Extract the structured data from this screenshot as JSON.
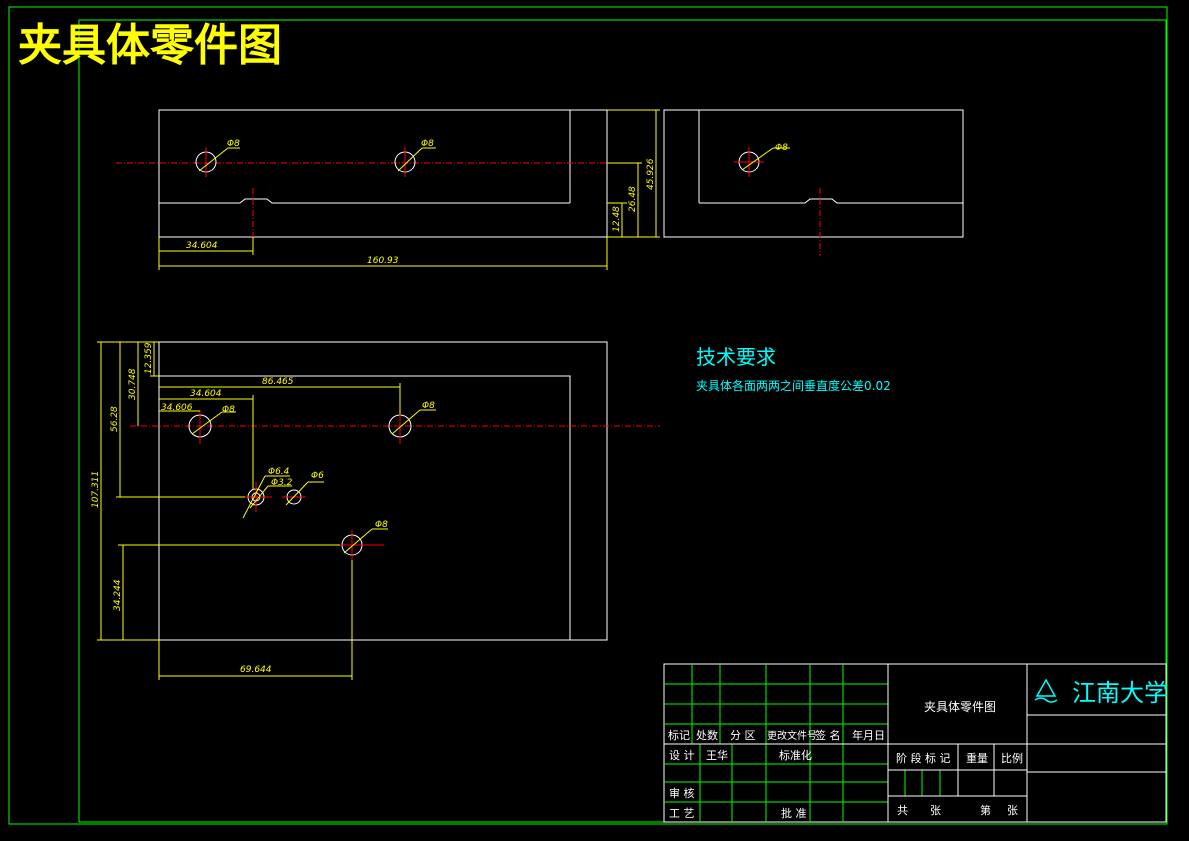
{
  "drawing_title": "夹具体零件图",
  "views": {
    "front": {
      "hole_labels": [
        "Φ8",
        "Φ8"
      ],
      "dimensions": [
        "45.926",
        "26.48",
        "12.48",
        "34.604",
        "160.93"
      ]
    },
    "side": {
      "hole_labels": [
        "Φ8"
      ]
    },
    "top": {
      "hole_labels": [
        "Φ8",
        "Φ8",
        "Φ6.4",
        "Φ3.2",
        "Φ6",
        "Φ8"
      ],
      "dimensions": [
        "12.359",
        "30.748",
        "56.28",
        "107.311",
        "34.244",
        "86.465",
        "34.604",
        "34.606",
        "69.644"
      ]
    }
  },
  "technical_requirements": {
    "heading": "技术要求",
    "text": "夹具体各面两两之间垂直度公差0.02"
  },
  "title_block": {
    "part_name": "夹具体零件图",
    "university": "江南大学",
    "row_headers": [
      "标记",
      "处数",
      "分 区",
      "更改文件号",
      "签 名",
      "年月日"
    ],
    "design_label": "设 计",
    "designer": "王华",
    "standardization_label": "标准化",
    "review_label": "审 核",
    "process_label": "工 艺",
    "approve_label": "批 准",
    "stage_mark_label": "阶 段 标 记",
    "weight_label": "重量",
    "scale_label": "比例",
    "total_label": "共",
    "sheets_label": "张",
    "sheet_no_label": "第",
    "sheet_label": "张"
  },
  "colors": {
    "outline": "#ffffff",
    "dimension": "#ffff00",
    "centerline": "#ff0000",
    "frame": "#00ff00",
    "note": "#00ffff"
  }
}
